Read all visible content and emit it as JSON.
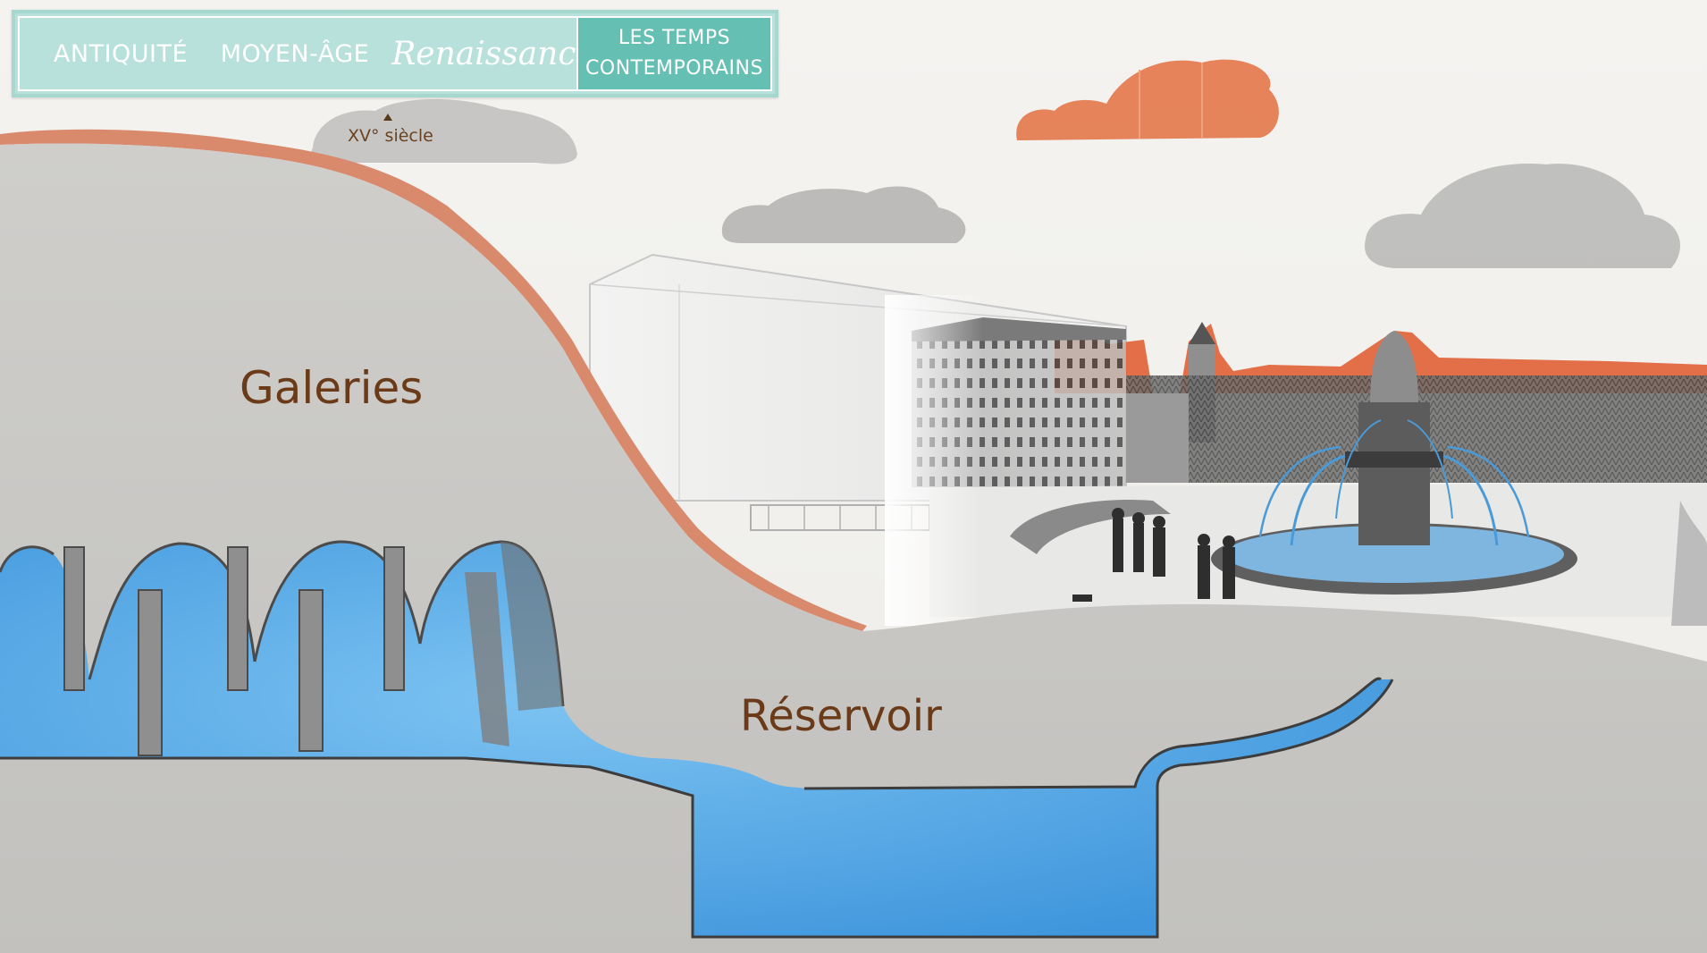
{
  "nav": {
    "antiquite": "ANTIQUITÉ",
    "moyen_age": "MOYEN-ÂGE",
    "renaissance": "Renaissance",
    "contemporains_line1": "LES TEMPS",
    "contemporains_line2": "CONTEMPORAINS"
  },
  "timeline": {
    "marker_label": "XV° siècle"
  },
  "scene": {
    "galeries_label": "Galeries",
    "reservoir_label": "Réservoir"
  },
  "colors": {
    "nav_bg": "#b7e1da",
    "nav_active": "#66bfb3",
    "rock": "#c9c8c6",
    "earth_band": "#d98a6c",
    "water": "#58a8e6",
    "cloud_orange": "#e47a4e",
    "cloud_gray": "#9a9a9a",
    "label_brown": "#6b3a18"
  }
}
